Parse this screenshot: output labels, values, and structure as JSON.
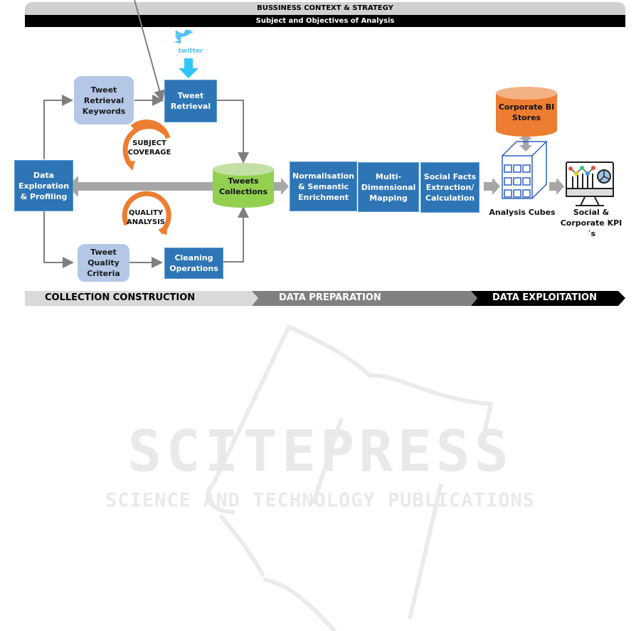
{
  "header": {
    "title": "BUSSINESS CONTEXT & STRATEGY",
    "subtitle": "Subject and Objectives of Analysis"
  },
  "source": {
    "logo_text": "twitter"
  },
  "nodes": {
    "keywords": "Tweet Retrieval Keywords",
    "retrieval": "Tweet Retrieval",
    "exploration": "Data Exploration & Profiling",
    "collections": "Tweets Collections",
    "quality_criteria": "Tweet Quality Criteria",
    "cleaning": "Cleaning Operations",
    "normalisation": "Normalisation & Semantic Enrichment",
    "mapping": "Multi-Dimensional Mapping",
    "social_facts": "Social Facts Extraction/ Calculation",
    "bi_stores": "Corporate BI Stores",
    "cubes": "Analysis Cubes",
    "kpis": "Social & Corporate KPI´s"
  },
  "cycles": {
    "subject_line1": "SUBJECT",
    "subject_line2": "COVERAGE",
    "quality_line1": "QUALITY",
    "quality_line2": "ANALYSIS"
  },
  "phases": [
    {
      "label": "COLLECTION CONSTRUCTION",
      "color": "#d9d9d9"
    },
    {
      "label": "DATA PREPARATION",
      "color": "#808080"
    },
    {
      "label": "DATA EXPLOITATION",
      "color": "#000000"
    }
  ],
  "colors": {
    "dark_box": "#2e75b6",
    "light_box": "#b4c7e7",
    "cylinder_green": "#92d050",
    "cylinder_orange": "#ed7d31",
    "cycle_orange": "#ed7d31",
    "twitter_blue": "#1da1f2",
    "arrow_gray": "#a6a6a6"
  },
  "watermark": {
    "title": "SCITEPRESS",
    "subtitle": "SCIENCE AND TECHNOLOGY PUBLICATIONS"
  }
}
